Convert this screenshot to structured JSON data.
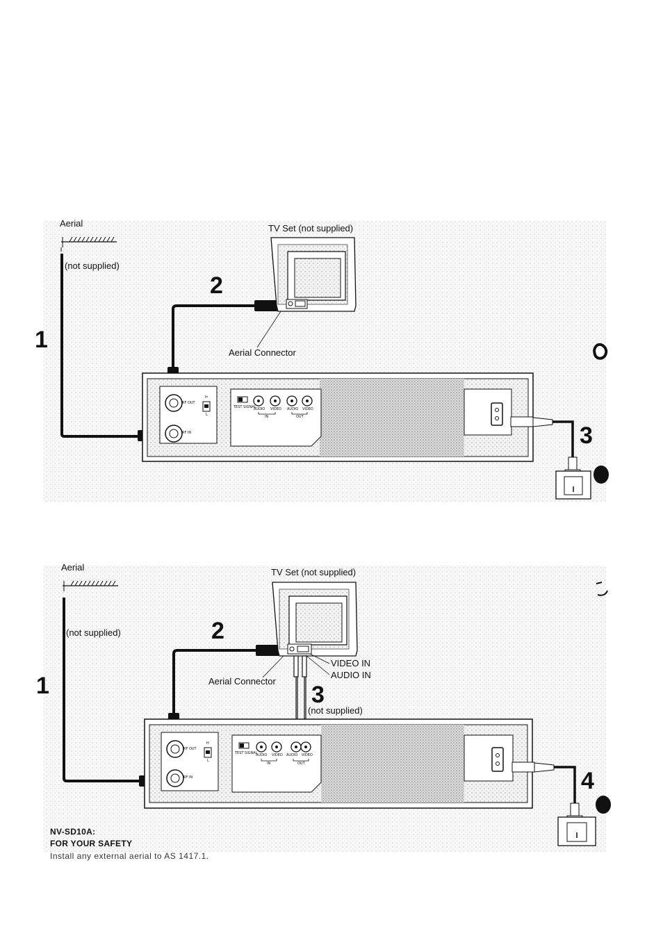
{
  "diagram1": {
    "aerial_label": "Aerial",
    "aerial_note": "(not supplied)",
    "tv_label": "TV Set (not supplied)",
    "aerial_connector_label": "Aerial Connector",
    "steps": [
      "1",
      "2",
      "3"
    ],
    "vcr_labels": {
      "rf_out": "RF OUT",
      "rf_in": "RF IN",
      "h": "H",
      "l": "L",
      "audio": "AUDIO",
      "video": "VIDEO",
      "in": "IN",
      "out": "OUT",
      "test_signal": "TEST SIGNAL"
    }
  },
  "diagram2": {
    "aerial_label": "Aerial",
    "aerial_note": "(not supplied)",
    "tv_label": "TV Set (not supplied)",
    "aerial_connector_label": "Aerial Connector",
    "video_in_label": "VIDEO IN",
    "audio_in_label": "AUDIO IN",
    "cable_note": "(not supplied)",
    "steps": [
      "1",
      "2",
      "3",
      "4"
    ]
  },
  "safety": {
    "model": "NV-SD10A:",
    "heading": "FOR YOUR SAFETY",
    "text": "Install any external aerial to AS 1417.1."
  },
  "colors": {
    "ink": "#111111",
    "stipple": "#cfcfcf",
    "panel": "#f2f2f2"
  }
}
